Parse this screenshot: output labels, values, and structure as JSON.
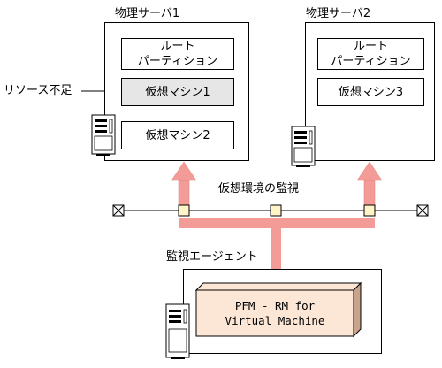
{
  "colors": {
    "arrow": "#f39b96",
    "vm_gray": "#e6e6e6",
    "pfm_fill": "#fce7d7",
    "pfm_side": "#c9a48c",
    "connector_fill": "#fff4c8"
  },
  "server1": {
    "title": "物理サーバ1",
    "root_line1": "ルート",
    "root_line2": "パーティション",
    "vm1": "仮想マシン1",
    "vm2": "仮想マシン2",
    "shortage_label": "リソース不足"
  },
  "server2": {
    "title": "物理サーバ2",
    "root_line1": "ルート",
    "root_line2": "パーティション",
    "vm3": "仮想マシン3"
  },
  "monitoring_label": "仮想環境の監視",
  "agent": {
    "title": "監視エージェント",
    "pfm_line1": "PFM - RM for",
    "pfm_line2": "Virtual Machine"
  },
  "icons": [
    "server-tower-icon",
    "terminator-icon",
    "connector-node-icon"
  ]
}
